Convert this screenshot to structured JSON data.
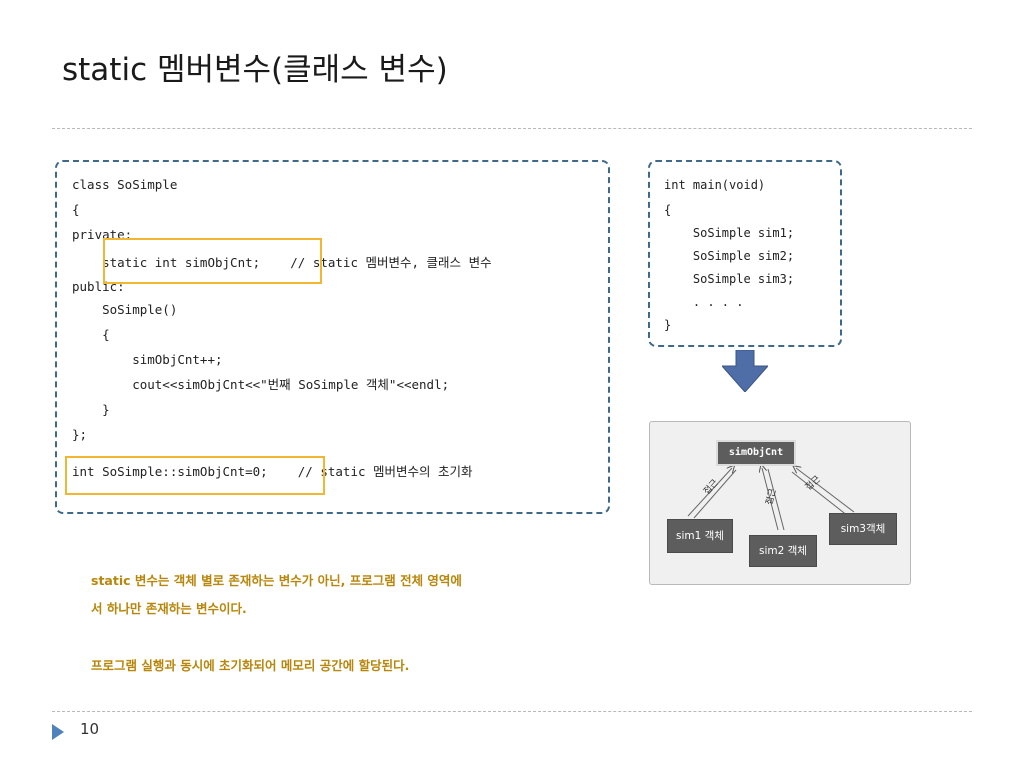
{
  "slide": {
    "title": "static 멤버변수(클래스 변수)",
    "page_number": "10"
  },
  "code_left": {
    "lines": [
      "class SoSimple",
      "{",
      "private:",
      "    static int simObjCnt;    // static 멤버변수, 클래스 변수",
      "public:",
      "    SoSimple()",
      "    {",
      "        simObjCnt++;",
      "        cout<<simObjCnt<<\"번째 SoSimple 객체\"<<endl;",
      "    }",
      "};",
      "int SoSimple::simObjCnt=0;    // static 멤버변수의 초기화"
    ]
  },
  "code_right": {
    "lines": [
      "int main(void)",
      "{",
      "    SoSimple sim1;",
      "    SoSimple sim2;",
      "    SoSimple sim3;",
      "    . . . .",
      "}"
    ]
  },
  "diagram": {
    "variable": "simObjCnt",
    "objects": [
      "sim1 객체",
      "sim2 객체",
      "sim3객체"
    ],
    "edge_label": "접근"
  },
  "notes": [
    "static 변수는 객체 별로 존재하는 변수가 아닌, 프로그램 전체 영역에",
    "서 하나만 존재하는 변수이다.",
    "프로그램 실행과 동시에 초기화되어 메모리 공간에 할당된다."
  ],
  "colors": {
    "accent_orange": "#f2b632",
    "note_text": "#b8860b",
    "box_border": "#3d6a8a",
    "arrow": "#4f6ea8",
    "marker": "#4f81bd"
  }
}
